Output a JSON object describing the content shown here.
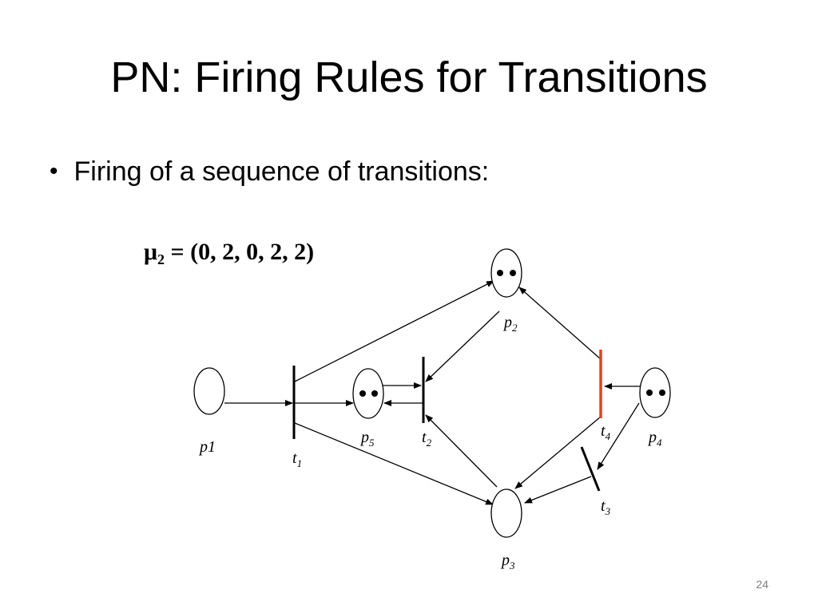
{
  "slide": {
    "title": "PN: Firing Rules for Transitions",
    "bullet": "Firing of a sequence of transitions:",
    "page_number": "24"
  },
  "diagram": {
    "marking": "μ₂ = (0, 2, 0, 2, 2)",
    "places": [
      {
        "id": "p1",
        "label": "p1",
        "sub": "",
        "tokens": 0
      },
      {
        "id": "p2",
        "label": "p",
        "sub": "2",
        "tokens": 2
      },
      {
        "id": "p3",
        "label": "p",
        "sub": "3",
        "tokens": 0
      },
      {
        "id": "p4",
        "label": "p",
        "sub": "4",
        "tokens": 2
      },
      {
        "id": "p5",
        "label": "p",
        "sub": "5",
        "tokens": 2
      }
    ],
    "transitions": [
      {
        "id": "t1",
        "label": "t",
        "sub": "1",
        "enabled": false
      },
      {
        "id": "t2",
        "label": "t",
        "sub": "2",
        "enabled": false
      },
      {
        "id": "t3",
        "label": "t",
        "sub": "3",
        "enabled": false
      },
      {
        "id": "t4",
        "label": "t",
        "sub": "4",
        "enabled": true
      }
    ],
    "colors": {
      "enabled_transition": "#e8401c",
      "line": "#000000"
    }
  }
}
